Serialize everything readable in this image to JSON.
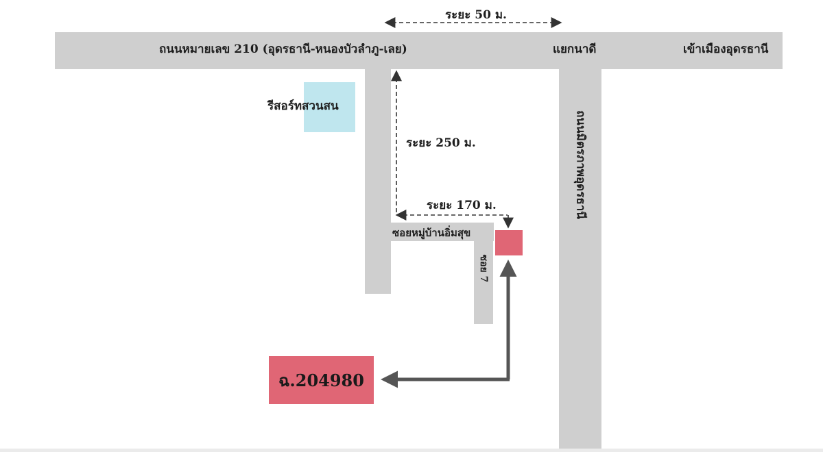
{
  "roads": {
    "main_highway": "ถนนหมายเลข 210 (อุดรธานี-หนองบัวลำภู-เลย)",
    "junction": "แยกนาดี",
    "to_city": "เข้าเมืองอุดรธานี",
    "side_road": "ถนนมิตรภาพอุดรธานี",
    "soi_village": "ซอยหมู่บ้านอิ่มสุข",
    "soi_7": "ซอย 7"
  },
  "landmarks": {
    "resort": "รีสอร์ทสวนสน"
  },
  "distances": {
    "d50": "ระยะ 50 ม.",
    "d250": "ระยะ 250 ม.",
    "d170": "ระยะ 170 ม."
  },
  "deed": {
    "label": "ฉ.204980"
  },
  "colors": {
    "road": "#cfcfcf",
    "property": "#e06675",
    "resort": "#bfe6ee",
    "arrow": "#555555"
  }
}
